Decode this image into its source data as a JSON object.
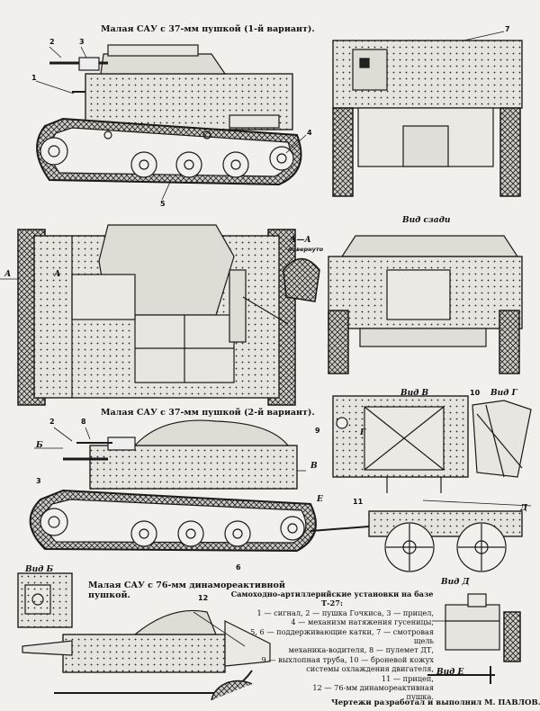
{
  "captions": {
    "variant1": "Малая САУ с 37-мм пушкой (1-й вариант).",
    "variant2": "Малая САУ с 37-мм пушкой (2-й вариант).",
    "variant3_line1": "Малая САУ с 76-мм динамореактивной",
    "variant3_line2": "пушкой."
  },
  "views": {
    "rear": "Вид сзади",
    "section_aa": "А—А",
    "section_aa_sub": "повернуто",
    "view_b": "Вид В",
    "view_g": "Вид Г",
    "view_b2": "Вид Б",
    "view_d": "Вид Д",
    "view_e": "Вид Е"
  },
  "callouts": {
    "n1": "1",
    "n2": "2",
    "n3": "3",
    "n4": "4",
    "n5": "5",
    "n6": "6",
    "n7": "7",
    "n8": "8",
    "n9": "9",
    "n10": "10",
    "n11": "11",
    "n12": "12",
    "a_left": "А",
    "a_right": "А",
    "b": "Б",
    "v": "В",
    "g": "Г",
    "d": "Д",
    "e": "Е"
  },
  "legend": {
    "title": "Самоходно-артиллерийские установки на базе Т-27:",
    "lines": [
      "1 — сигнал, 2 — пушка Гочкиса, 3 — прицел,",
      "4 — механизм натяжения гусеницы,",
      "5, 6 — поддерживающие катки, 7 — смотровая щель",
      "механика-водителя, 8 — пулемет ДТ,",
      "9 — выхлопная труба, 10 — броневой кожух",
      "системы охлаждения двигателя,",
      "11 — прицеп,",
      "12 — 76-мм динамореактивная",
      "пушка."
    ]
  },
  "credit": "Чертежи разработал и выполнил М. ПАВЛОВ."
}
